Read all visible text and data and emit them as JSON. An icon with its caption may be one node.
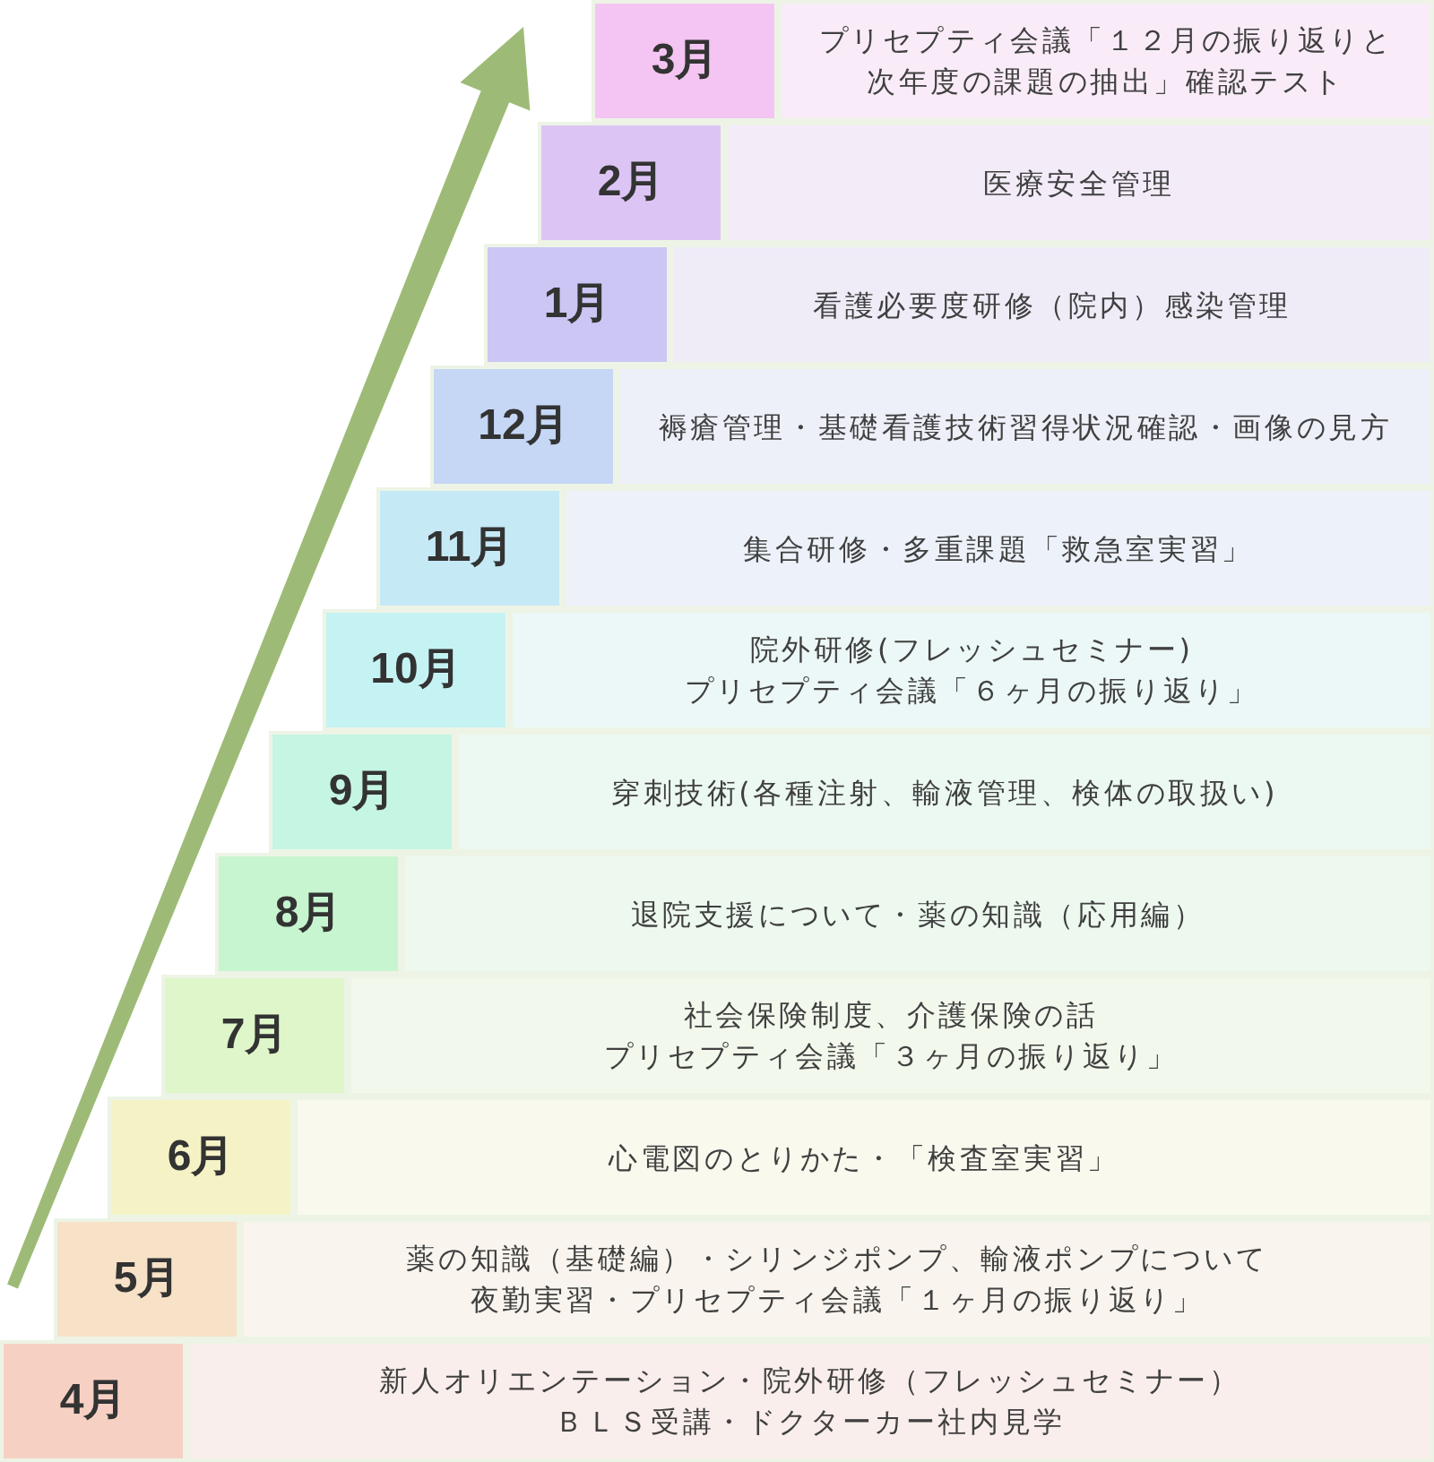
{
  "diagram": {
    "nodes": [
      {
        "text": [
          "3月"
        ]
      },
      {
        "text": [
          "プリセプティ会議「１２月の振り返りと次年度の課題の抽出」確認テスト"
        ]
      },
      {
        "text": [
          "2月"
        ]
      },
      {
        "text": [
          "医療安全管理"
        ]
      },
      {
        "text": [
          "1月"
        ]
      },
      {
        "text": [
          "看護必要度研修（院内）感染管理"
        ]
      },
      {
        "text": [
          "12月"
        ]
      },
      {
        "text": [
          "褥瘡管理・基礎看護技術習得状況確認・画像の見方"
        ]
      },
      {
        "text": [
          "11月"
        ]
      },
      {
        "text": [
          "集合研修・多重課題「救急室実習」"
        ]
      },
      {
        "text": [
          "10月"
        ]
      },
      {
        "text": [
          "院外研修(フレッシュセミナー)プリセプティ会議「６ヶ月の振り返り」"
        ]
      },
      {
        "text": [
          "9月"
        ]
      },
      {
        "text": [
          "穿刺技術(各種注射、輸液管理、検体の取扱い)"
        ]
      },
      {
        "text": [
          "8月"
        ]
      },
      {
        "text": [
          "退院支援について・薬の知識（応用編）"
        ]
      },
      {
        "text": [
          "7月"
        ]
      },
      {
        "text": [
          "社会保険制度、介護保険の話プリセプティ会議「３ヶ月の振り返り」"
        ]
      },
      {
        "text": [
          "6月"
        ]
      },
      {
        "text": [
          "心電図のとりかた・「検査室実習」"
        ]
      },
      {
        "text": [
          "5月"
        ]
      },
      {
        "text": [
          "薬の知識（基礎編）・シリンジポンプ、輸液ポンプについて夜勤実習・プリセプティ会議「１ヶ月の振り返り」"
        ]
      },
      {
        "text": [
          "4月"
        ]
      },
      {
        "text": [
          "新人オリエンテーション・院外研修（フレッシュセミナー）ＢＬＳ受講・ドクターカー社内見学"
        ]
      }
    ]
  }
}
